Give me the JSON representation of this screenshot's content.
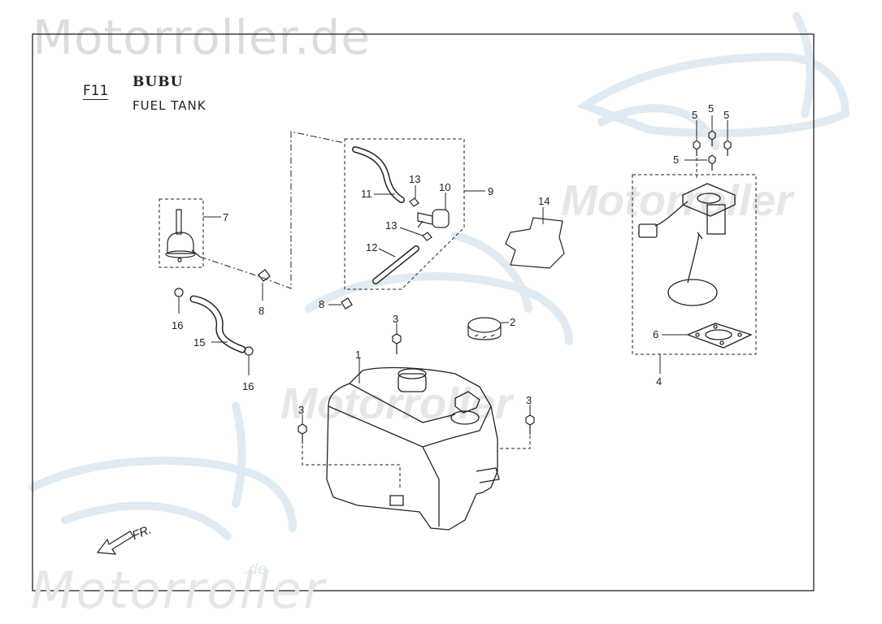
{
  "watermark": {
    "top": "Motorroller.de",
    "bottom": "Motorroller",
    "bottom_suffix": ".de"
  },
  "header": {
    "page_code": "F11",
    "model": "BUBU",
    "title": "FUEL TANK"
  },
  "front_arrow": "FR.",
  "part_numbers": {
    "p1": "1",
    "p2": "2",
    "p3a": "3",
    "p3b": "3",
    "p3c": "3",
    "p4": "4",
    "p5a": "5",
    "p5b": "5",
    "p5c": "5",
    "p5d": "5",
    "p6": "6",
    "p7": "7",
    "p8a": "8",
    "p8b": "8",
    "p9": "9",
    "p10": "10",
    "p11": "11",
    "p12": "12",
    "p13a": "13",
    "p13b": "13",
    "p14": "14",
    "p15": "15",
    "p16a": "16",
    "p16b": "16"
  },
  "colors": {
    "line": "#222222",
    "watermark": "#d6e4ee"
  }
}
